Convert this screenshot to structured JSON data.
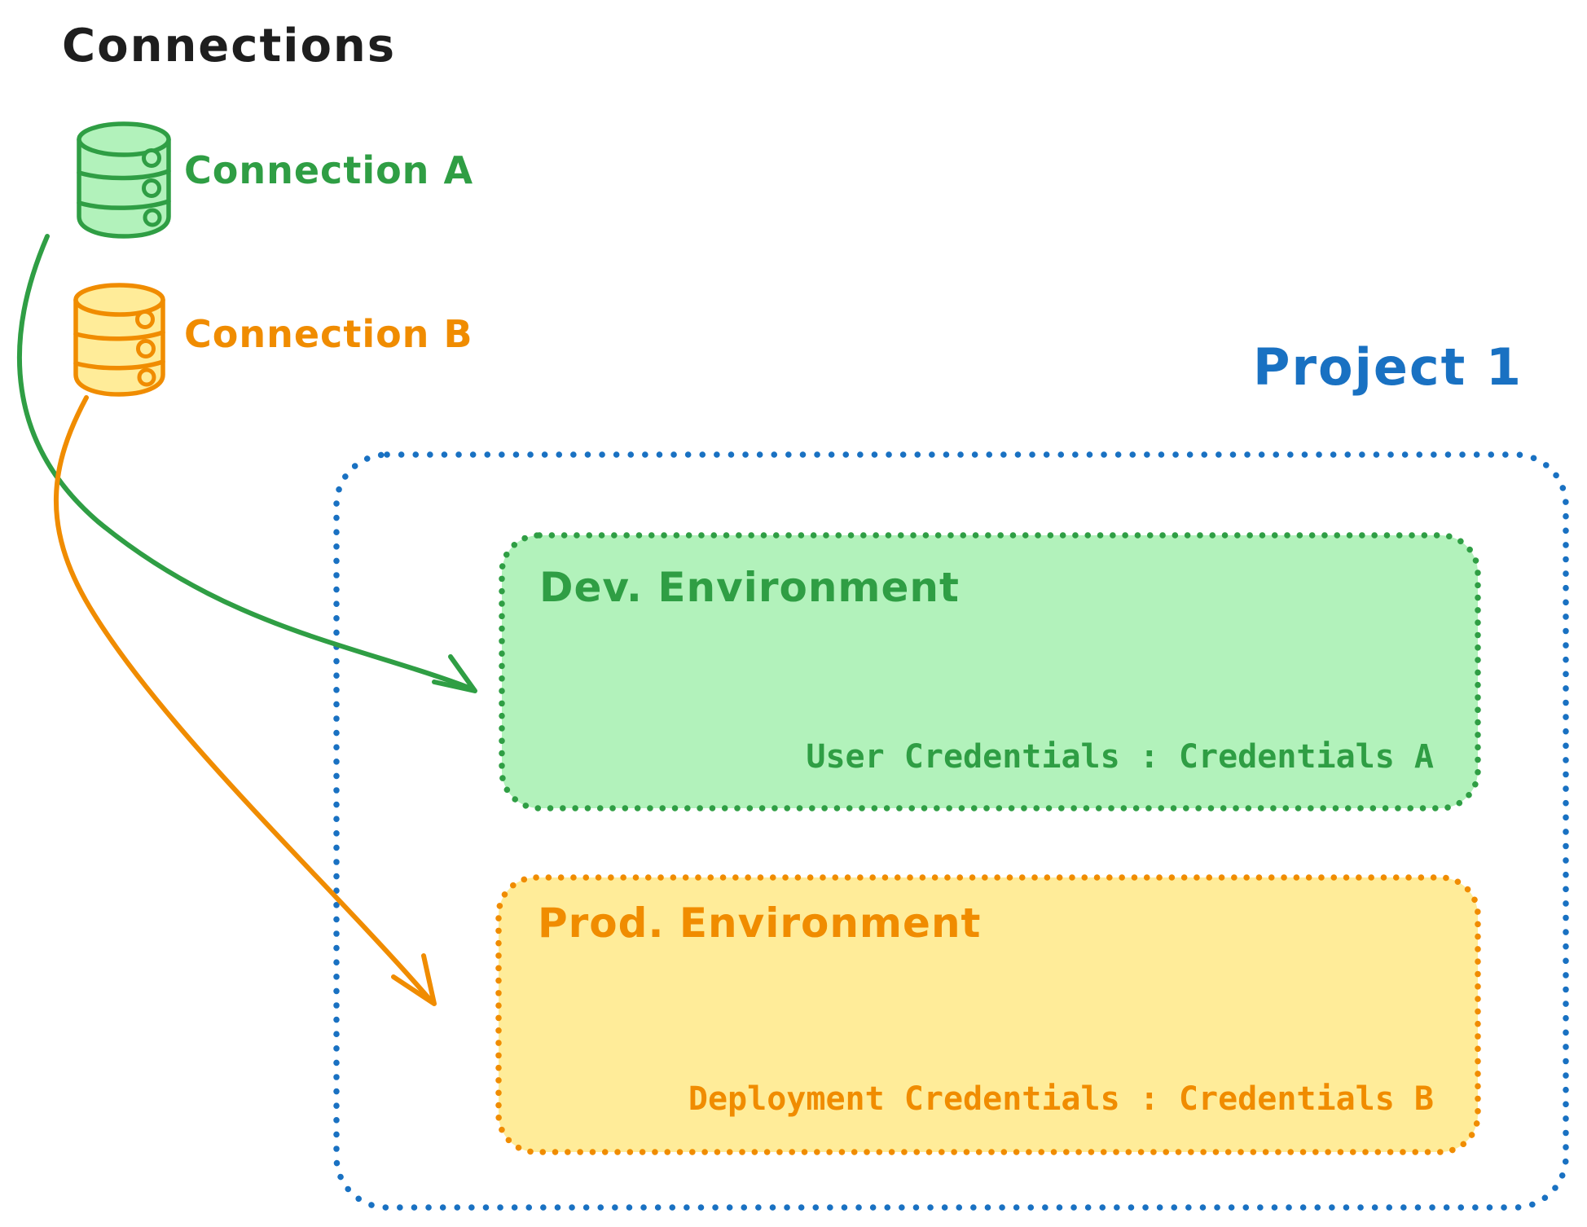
{
  "diagram": {
    "title": "Connections",
    "connections": [
      {
        "id": "A",
        "label": "Connection A",
        "color": "#2f9e44",
        "fill": "#b2f2bb",
        "icon": "database-icon"
      },
      {
        "id": "B",
        "label": "Connection B",
        "color": "#f08c00",
        "fill": "#ffec99",
        "icon": "database-icon"
      }
    ],
    "project": {
      "title": "Project 1",
      "border_color": "#1971c2",
      "environments": [
        {
          "name": "Dev. Environment",
          "credentials_label": "User Credentials : Credentials A",
          "color": "#2f9e44",
          "fill": "#b2f2bb"
        },
        {
          "name": "Prod. Environment",
          "credentials_label": "Deployment Credentials : Credentials B",
          "color": "#f08c00",
          "fill": "#ffec99"
        }
      ]
    },
    "arrows": [
      {
        "from": "Connection A",
        "to": "Dev. Environment",
        "color": "#2f9e44"
      },
      {
        "from": "Connection B",
        "to": "Prod. Environment",
        "color": "#f08c00"
      }
    ],
    "title_color": "#1e1e1e"
  }
}
